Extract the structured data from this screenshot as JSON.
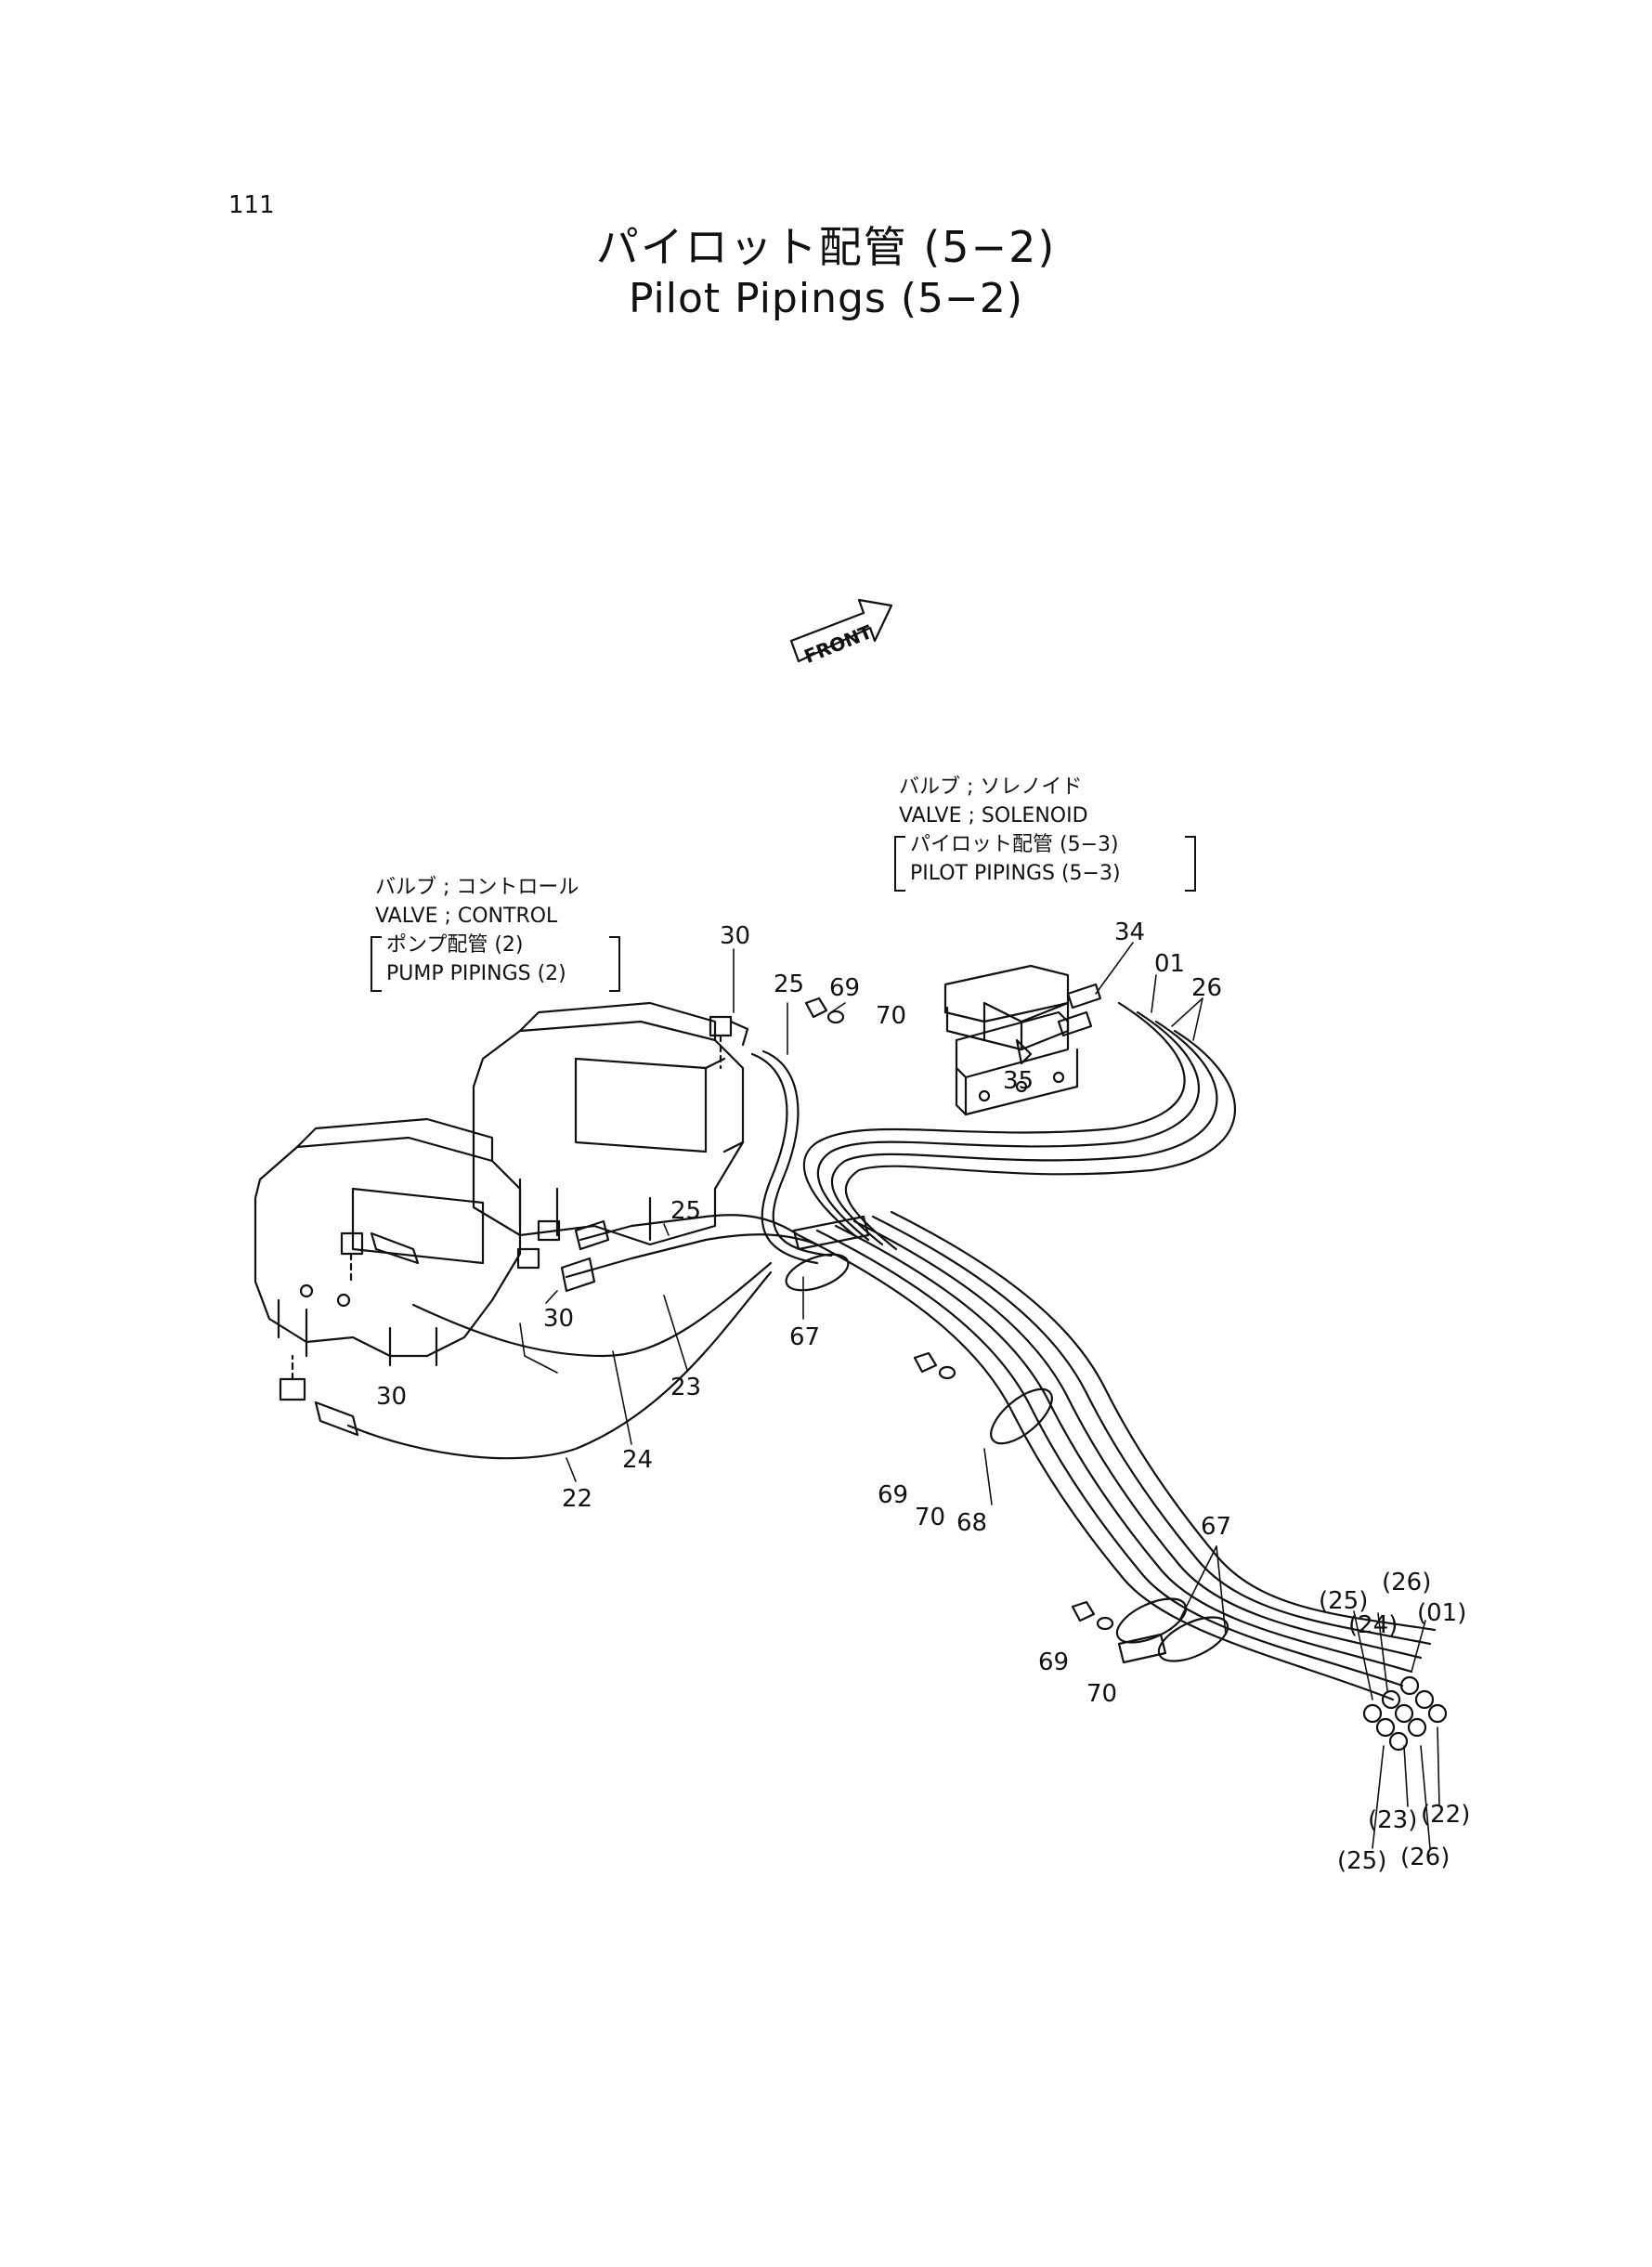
{
  "page_number": "111",
  "title_jp": "パイロット配管 (5−2)",
  "title_en": "Pilot Pipings (5−2)",
  "front_label": "FRONT",
  "notes": {
    "solenoid": {
      "jp": "バルブ ; ソレノイド",
      "en": "VALVE ; SOLENOID",
      "ref_jp": "パイロット配管 (5−3)",
      "ref_en": "PILOT  PIPINGS (5−3)"
    },
    "control": {
      "jp": "バルブ ; コントロール",
      "en": "VALVE ; CONTROL",
      "ref_jp": "ポンプ配管 (2)",
      "ref_en": "PUMP  PIPINGS (2)"
    }
  },
  "callouts": [
    {
      "id": "c30a",
      "text": "30"
    },
    {
      "id": "c25a",
      "text": "25"
    },
    {
      "id": "c69a",
      "text": "69"
    },
    {
      "id": "c70a",
      "text": "70"
    },
    {
      "id": "c34",
      "text": "34"
    },
    {
      "id": "c01",
      "text": "01"
    },
    {
      "id": "c26",
      "text": "26"
    },
    {
      "id": "c35",
      "text": "35"
    },
    {
      "id": "c25b",
      "text": "25"
    },
    {
      "id": "c30b",
      "text": "30"
    },
    {
      "id": "c67a",
      "text": "67"
    },
    {
      "id": "c30c",
      "text": "30"
    },
    {
      "id": "c23",
      "text": "23"
    },
    {
      "id": "c24",
      "text": "24"
    },
    {
      "id": "c22",
      "text": "22"
    },
    {
      "id": "c69b",
      "text": "69"
    },
    {
      "id": "c70b",
      "text": "70"
    },
    {
      "id": "c68",
      "text": "68"
    },
    {
      "id": "c67b",
      "text": "67"
    },
    {
      "id": "c69c",
      "text": "69"
    },
    {
      "id": "c70c",
      "text": "70"
    },
    {
      "id": "p25a",
      "text": "(25)"
    },
    {
      "id": "p26a",
      "text": "(26)"
    },
    {
      "id": "p24",
      "text": "(24)"
    },
    {
      "id": "p01",
      "text": "(01)"
    },
    {
      "id": "p22",
      "text": "(22)"
    },
    {
      "id": "p23",
      "text": "(23)"
    },
    {
      "id": "p25b",
      "text": "(25)"
    },
    {
      "id": "p26b",
      "text": "(26)"
    }
  ]
}
